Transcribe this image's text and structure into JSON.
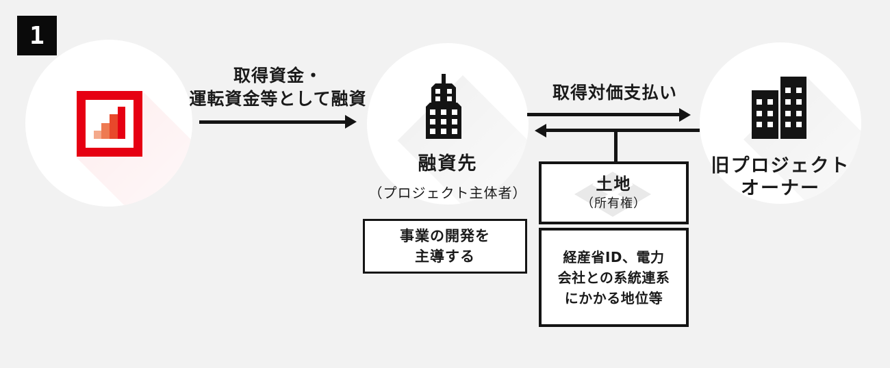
{
  "colors": {
    "background": "#f2f2f2",
    "ink": "#141414",
    "accent_red": "#e60012",
    "logo_bar_colors": [
      "#f4a98b",
      "#ee7a52",
      "#e8482b",
      "#e60012"
    ],
    "watermark_gray": "#e9e9e9"
  },
  "step_badge": {
    "number": "1"
  },
  "loan_flow": {
    "label_line1": "取得資金・",
    "label_line2": "運転資金等として融資"
  },
  "payment_flow": {
    "label": "取得対価支払い"
  },
  "borrower": {
    "title": "融資先",
    "subtitle": "（プロジェクト主体者）",
    "role_line1": "事業の開発を",
    "role_line2": "主導する"
  },
  "former_owner": {
    "title_line1": "旧プロジェクト",
    "title_line2": "オーナー"
  },
  "transferred_assets": {
    "land": {
      "title": "土地",
      "subtitle": "（所有権）"
    },
    "rights": {
      "line1": "経産省ID、電力",
      "line2": "会社との系統連系",
      "line3": "にかかる地位等"
    }
  }
}
